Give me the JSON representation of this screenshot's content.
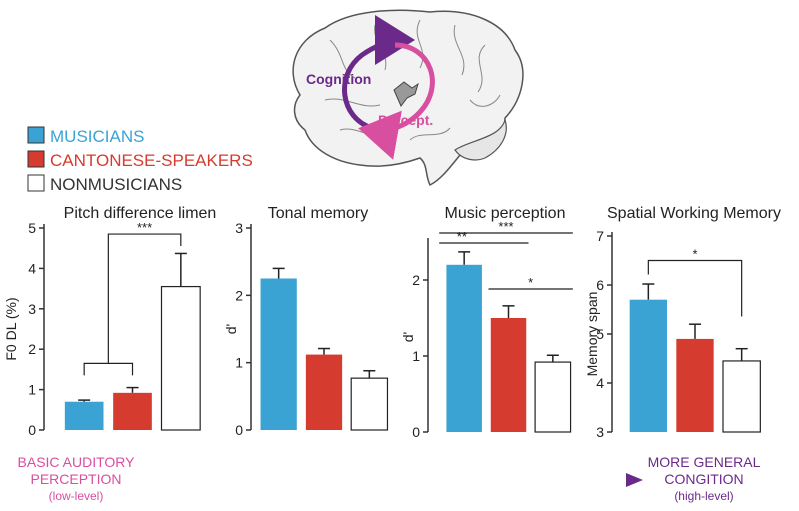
{
  "colors": {
    "musicians": "#3aa3d4",
    "cantonese": "#d63b2f",
    "nonmusicians": "#ffffff",
    "pink": "#d94fa0",
    "purple": "#6b2a8a",
    "axis": "#333333"
  },
  "brain": {
    "cognition_label": "Cognition",
    "perception_label": "Percept."
  },
  "legend": [
    {
      "label": "MUSICIANS",
      "color": "#3aa3d4",
      "text_color": "#3aa3d4"
    },
    {
      "label": "CANTONESE-SPEAKERS",
      "color": "#d63b2f",
      "text_color": "#d63b2f"
    },
    {
      "label": "NONMUSICIANS",
      "color": "#ffffff",
      "text_color": "#333333"
    }
  ],
  "footer": {
    "left_line1": "BASIC AUDITORY",
    "left_line2": "PERCEPTION",
    "left_line3": "(low-level)",
    "right_line1": "MORE GENERAL",
    "right_line2": "CONGITION",
    "right_line3": "(high-level)"
  },
  "chart_data": [
    {
      "type": "bar",
      "title": "Pitch difference limen",
      "ylabel": "F0 DL (%)",
      "ylim": [
        0,
        5
      ],
      "yticks": [
        "0",
        "1",
        "2",
        "3",
        "4",
        "5"
      ],
      "series": [
        {
          "name": "MUSICIANS",
          "value": 0.7,
          "error": 0.04
        },
        {
          "name": "CANTONESE-SPEAKERS",
          "value": 0.92,
          "error": 0.13
        },
        {
          "name": "NONMUSICIANS",
          "value": 3.55,
          "error": 0.82
        }
      ],
      "significance": [
        {
          "label": "***",
          "from": "MUSICIANS+CANTONESE-SPEAKERS",
          "to": "NONMUSICIANS"
        }
      ]
    },
    {
      "type": "bar",
      "title": "Tonal memory",
      "ylabel": "d'",
      "ylim": [
        0,
        3
      ],
      "yticks": [
        "0",
        "1",
        "2",
        "3"
      ],
      "series": [
        {
          "name": "MUSICIANS",
          "value": 2.25,
          "error": 0.15
        },
        {
          "name": "CANTONESE-SPEAKERS",
          "value": 1.12,
          "error": 0.09
        },
        {
          "name": "NONMUSICIANS",
          "value": 0.77,
          "error": 0.11
        }
      ],
      "significance": []
    },
    {
      "type": "bar",
      "title": "Music perception",
      "ylabel": "d'",
      "ylim": [
        0,
        2.5
      ],
      "yticks": [
        "0",
        "1",
        "2"
      ],
      "series": [
        {
          "name": "MUSICIANS",
          "value": 2.2,
          "error": 0.17
        },
        {
          "name": "CANTONESE-SPEAKERS",
          "value": 1.5,
          "error": 0.16
        },
        {
          "name": "NONMUSICIANS",
          "value": 0.92,
          "error": 0.09
        }
      ],
      "significance": [
        {
          "label": "***",
          "from": "MUSICIANS",
          "to": "NONMUSICIANS"
        },
        {
          "label": "**",
          "from": "MUSICIANS",
          "to": "CANTONESE-SPEAKERS"
        },
        {
          "label": "*",
          "from": "CANTONESE-SPEAKERS",
          "to": "NONMUSICIANS"
        }
      ]
    },
    {
      "type": "bar",
      "title": "Spatial Working Memory",
      "ylabel": "Memory span",
      "ylim": [
        3,
        7
      ],
      "yticks": [
        "3",
        "4",
        "5",
        "6",
        "7"
      ],
      "series": [
        {
          "name": "MUSICIANS",
          "value": 5.7,
          "error": 0.32
        },
        {
          "name": "CANTONESE-SPEAKERS",
          "value": 4.9,
          "error": 0.3
        },
        {
          "name": "NONMUSICIANS",
          "value": 4.45,
          "error": 0.25
        }
      ],
      "significance": [
        {
          "label": "*",
          "from": "MUSICIANS",
          "to": "NONMUSICIANS"
        }
      ]
    }
  ]
}
